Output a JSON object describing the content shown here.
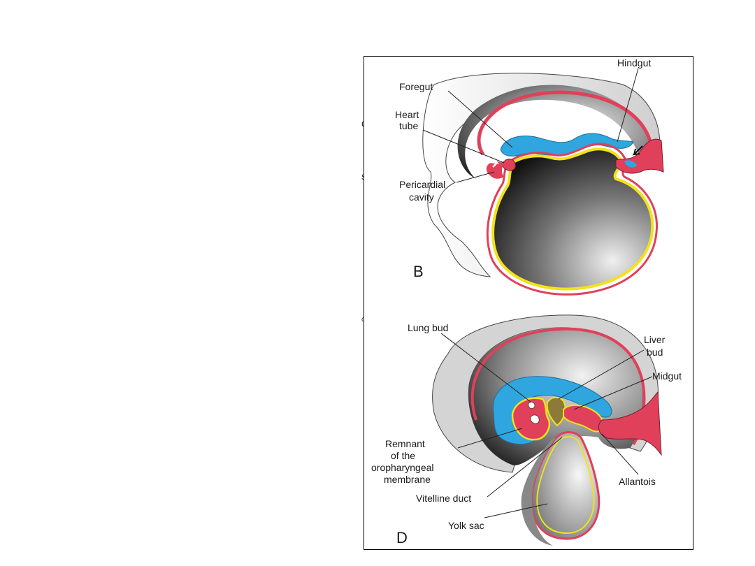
{
  "panel_b": {
    "letter": "B",
    "labels": {
      "hindgut": "Hindgut",
      "foregut": "Foregut",
      "heart_tube_1": "Heart",
      "heart_tube_2": "tube",
      "pericardial_1": "Pericardial",
      "pericardial_2": "cavity"
    }
  },
  "panel_d": {
    "letter": "D",
    "labels": {
      "lung_bud": "Lung bud",
      "liver_bud_1": "Liver",
      "liver_bud_2": "bud",
      "midgut": "Midgut",
      "remnant_1": "Remnant",
      "remnant_2": "of the",
      "remnant_3": "oropharyngeal",
      "remnant_4": "membrane",
      "vitelline_duct": "Vitelline duct",
      "allantois": "Allantois",
      "yolk_sac": "Yolk sac"
    }
  },
  "stray_text": [
    "d",
    "s",
    "o"
  ],
  "colors": {
    "ectoderm_red": "#e0405a",
    "endoderm_yellow": "#f2e21a",
    "mesoderm_blue": "#2fa6df",
    "liver_olive": "#8c7a3a",
    "shading_dark": "#1c1c1c",
    "shading_light": "#f2f2f2"
  }
}
